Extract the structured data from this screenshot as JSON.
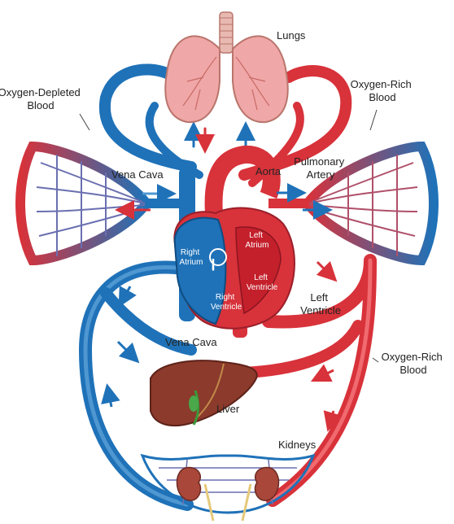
{
  "colors": {
    "oxygen_rich": "#d8323a",
    "oxygen_depleted": "#1f72b8",
    "lung": "#f0a7a7",
    "liver": "#8b3a2c",
    "kidney": "#a8473a"
  },
  "labels": {
    "lungs": "Lungs",
    "oxygen_depleted_blood": [
      "Oxygen-Depleted",
      "Blood"
    ],
    "oxygen_rich_blood_top": [
      "Oxygen-Rich",
      "Blood"
    ],
    "vena_cava_upper": "Vena Cava",
    "aorta": "Aorta",
    "pulmonary_artery": [
      "Pulmonary",
      "Artery"
    ],
    "right_atrium": [
      "Right",
      "Atrium"
    ],
    "left_atrium": [
      "Left",
      "Atrium"
    ],
    "right_ventricle": [
      "Right",
      "Ventricle"
    ],
    "left_ventricle_inner": [
      "Left",
      "Ventricle"
    ],
    "left_ventricle_outer": [
      "Left",
      "Ventricle"
    ],
    "vena_cava_lower": "Vena Cava",
    "oxygen_rich_blood_side": [
      "Oxygen-Rich",
      "Blood"
    ],
    "liver": "Liver",
    "kidneys": "Kidneys"
  },
  "icons": [
    "lungs-icon",
    "heart-icon",
    "liver-icon",
    "kidneys-icon",
    "capillary-bed-icon",
    "flow-arrow-icon"
  ]
}
